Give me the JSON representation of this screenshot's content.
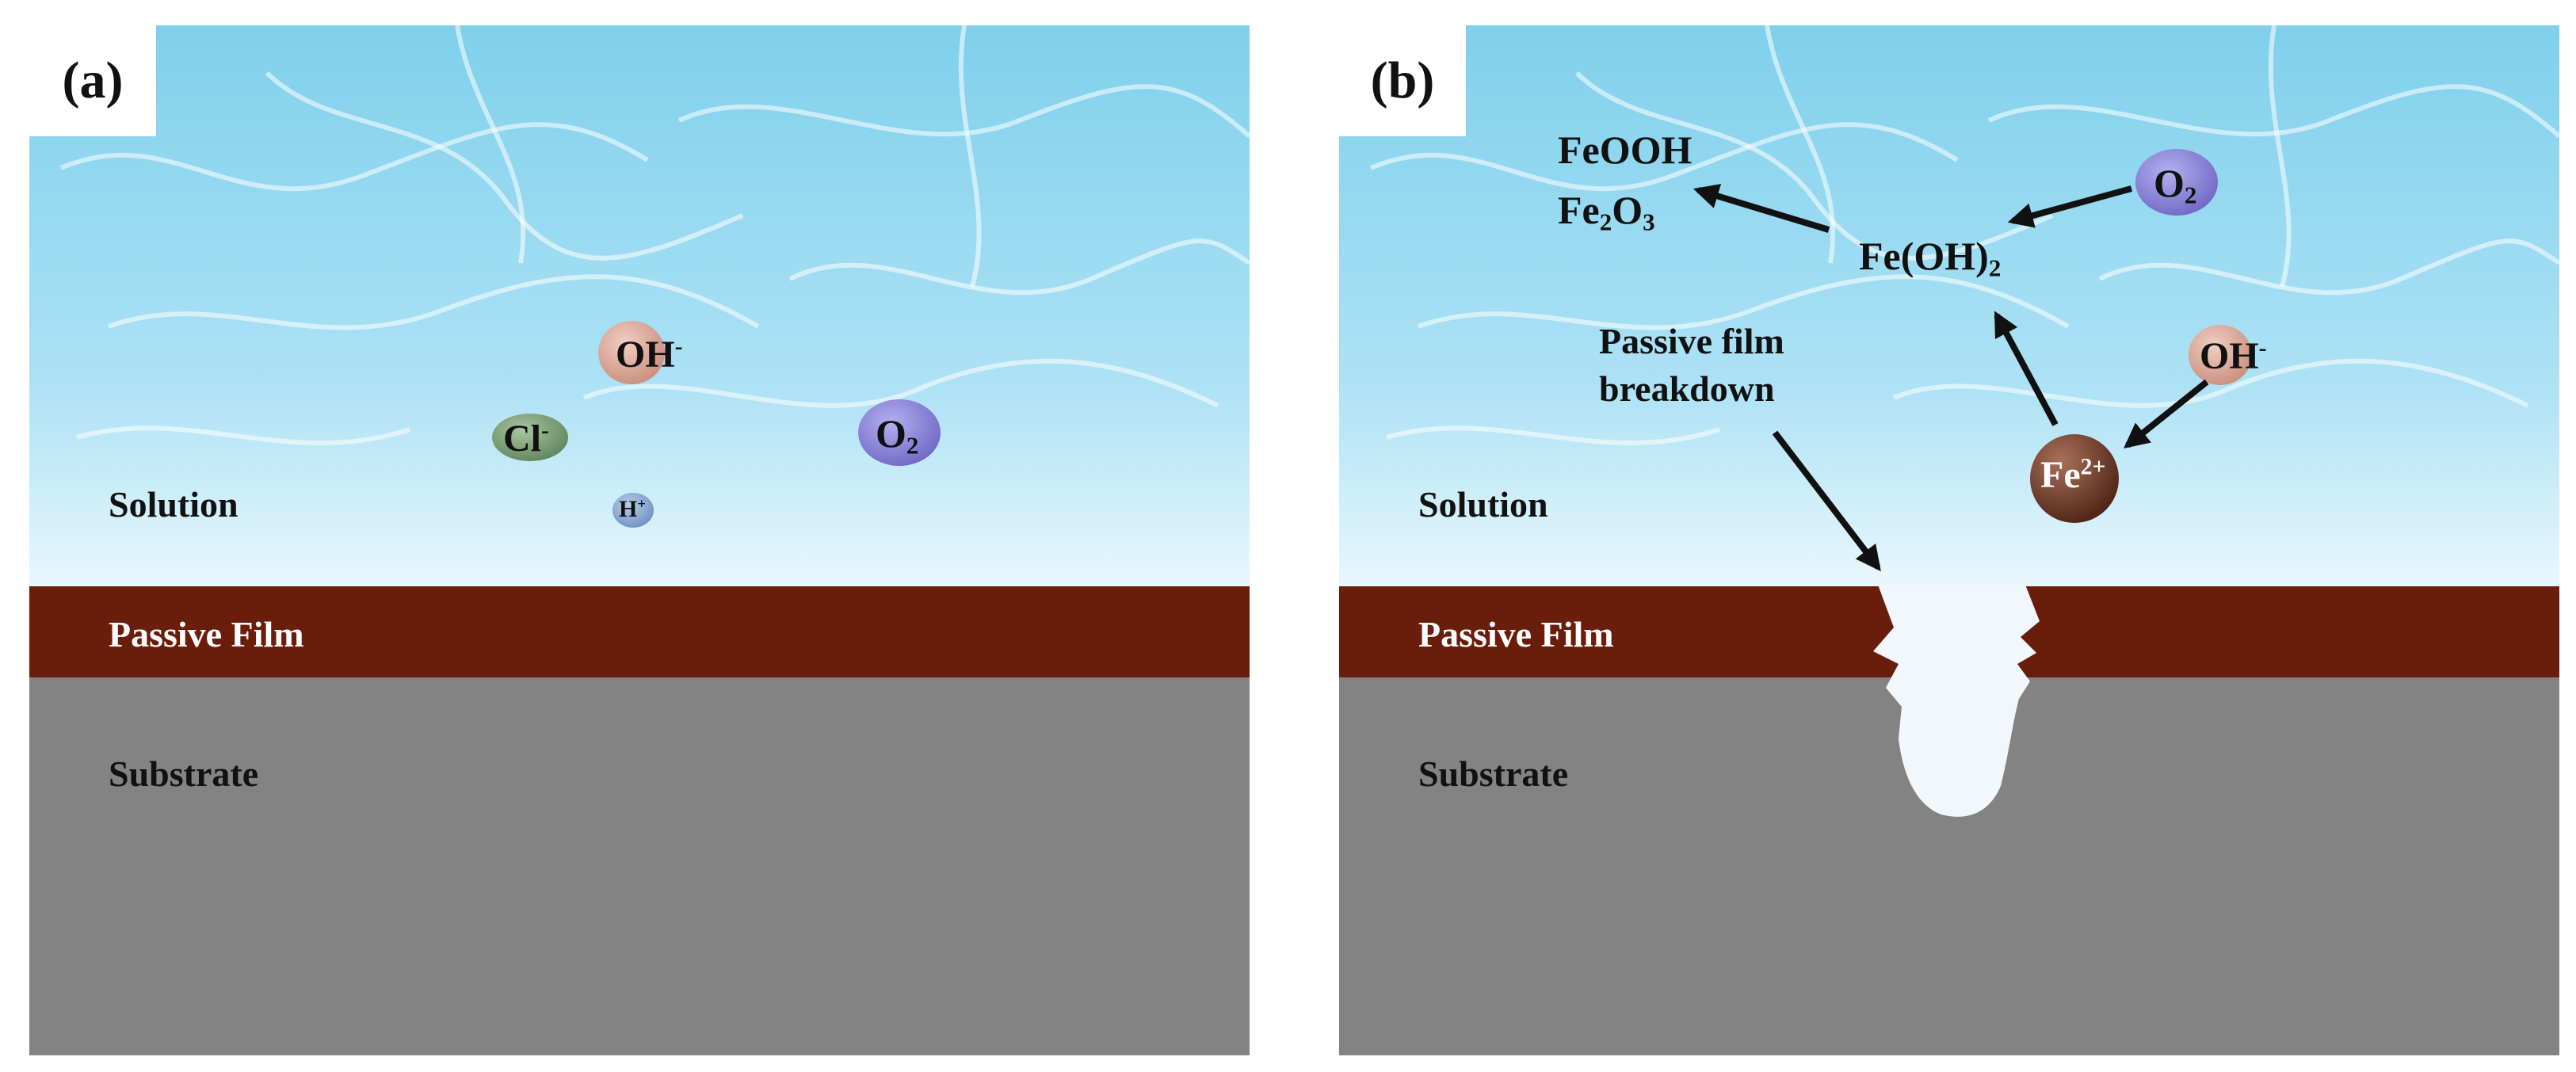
{
  "panels": {
    "a": {
      "tag": "(a)",
      "solution": "Solution",
      "passive_film": "Passive Film",
      "substrate": "Substrate",
      "species": {
        "oh": {
          "base": "OH",
          "sup": "-"
        },
        "cl": {
          "base": "Cl",
          "sup": "-"
        },
        "o2": {
          "base": "O",
          "sub": "2"
        },
        "h": {
          "base": "H",
          "sup": "+"
        }
      }
    },
    "b": {
      "tag": "(b)",
      "solution": "Solution",
      "passive_film": "Passive Film",
      "substrate": "Substrate",
      "feooh": "FeOOH",
      "fe2o3": {
        "fe": "Fe",
        "sub1": "2",
        "o": "O",
        "sub2": "3"
      },
      "feoh2": {
        "base": "Fe(OH)",
        "sub": "2"
      },
      "o2": {
        "base": "O",
        "sub": "2"
      },
      "oh": {
        "base": "OH",
        "sup": "-"
      },
      "fe2plus": {
        "base": "Fe",
        "sup": "2+"
      },
      "breakdown_line1": "Passive film",
      "breakdown_line2": "breakdown"
    }
  },
  "colors": {
    "water_top": "#7fd0ec",
    "water_bottom": "#e9f7fd",
    "passive_film": "#6b1d0c",
    "substrate": "#838383",
    "oh_bubble": "#d9a699",
    "cl_bubble": "#7ea17a",
    "o2_bubble": "#8f88d9",
    "h_bubble": "#8aa6cf",
    "fe_bubble": "#6e3a28",
    "pit": "#f2f7fd"
  }
}
